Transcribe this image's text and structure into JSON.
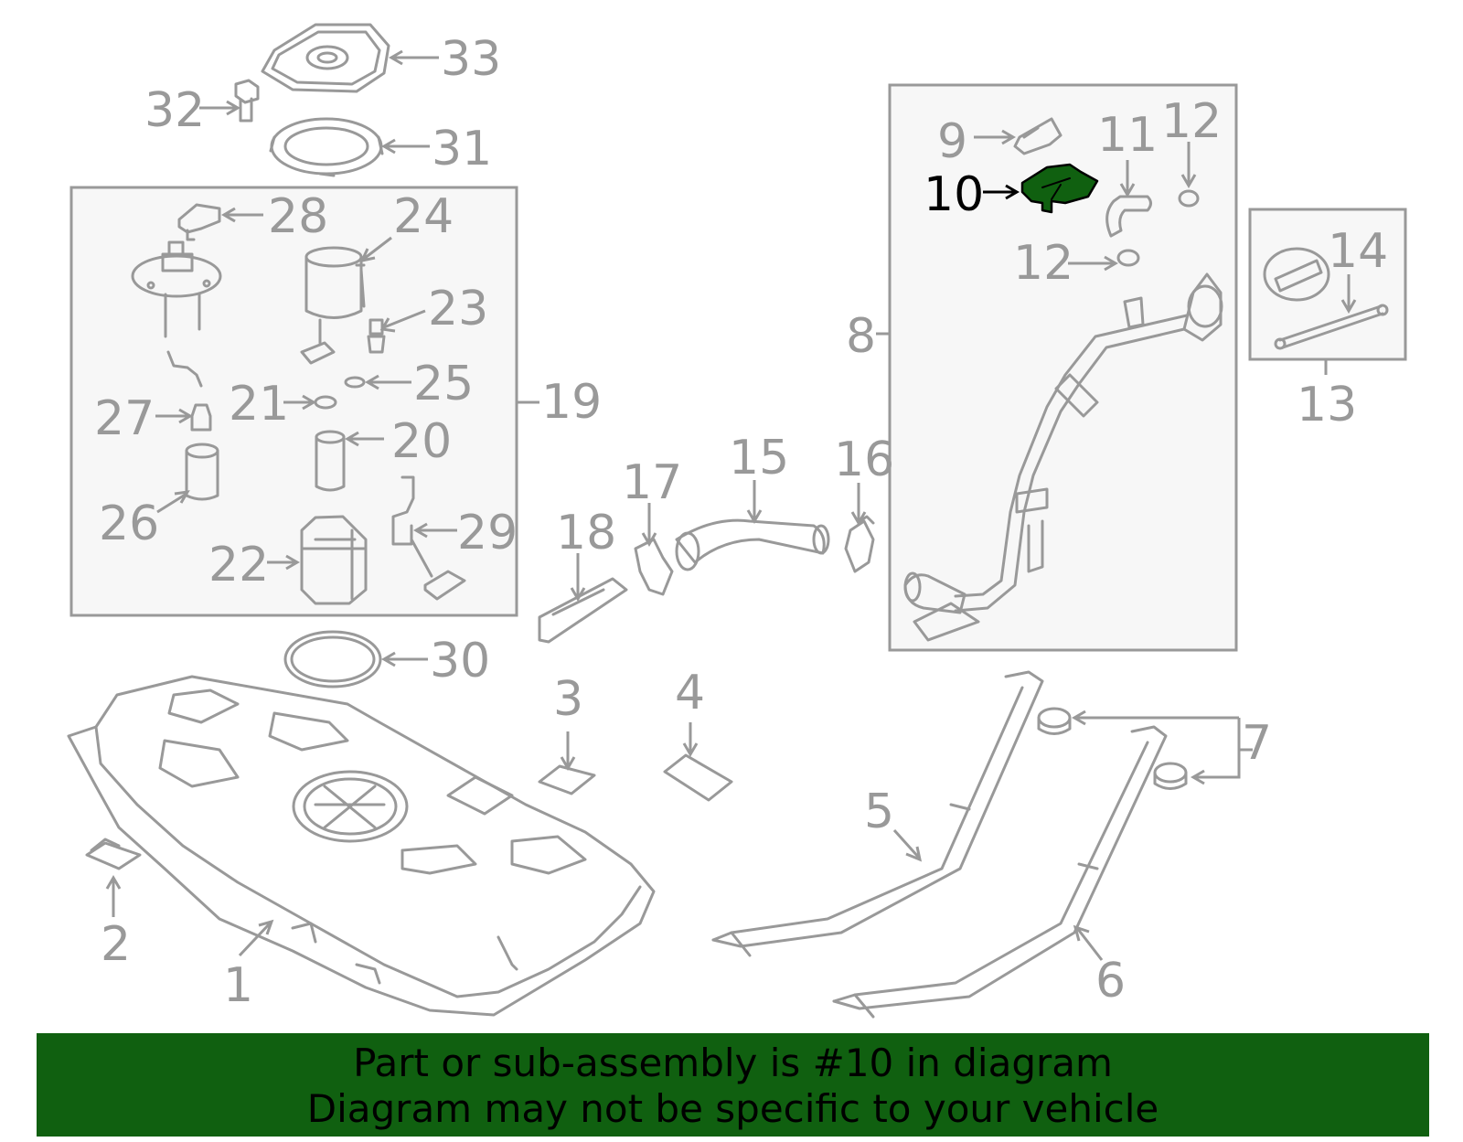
{
  "colors": {
    "line": "#999999",
    "highlight": "#106010",
    "banner": "#106010",
    "highlight_text": "#000000"
  },
  "highlighted_part": "10",
  "callouts": {
    "c1": "1",
    "c2": "2",
    "c3": "3",
    "c4": "4",
    "c5": "5",
    "c6": "6",
    "c7": "7",
    "c8": "8",
    "c9": "9",
    "c10": "10",
    "c11": "11",
    "c12a": "12",
    "c12b": "12",
    "c13": "13",
    "c14": "14",
    "c15": "15",
    "c16": "16",
    "c17": "17",
    "c18": "18",
    "c19": "19",
    "c20": "20",
    "c21": "21",
    "c22": "22",
    "c23": "23",
    "c24": "24",
    "c25": "25",
    "c26": "26",
    "c27": "27",
    "c28": "28",
    "c29": "29",
    "c30": "30",
    "c31": "31",
    "c32": "32",
    "c33": "33"
  },
  "banner": {
    "line1": "Part or sub-assembly is #10 in diagram",
    "line2": "Diagram may not be specific to your vehicle"
  }
}
